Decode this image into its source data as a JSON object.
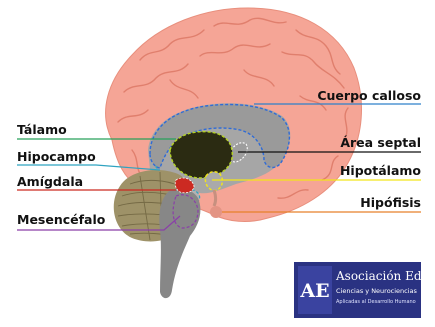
{
  "labels": {
    "cuerpo_calloso": "Cuerpo calloso",
    "talamo": "Tálamo",
    "area_septal": "Área septal",
    "hipocampo": "Hipocampo",
    "hipotalamo": "Hipotálamo",
    "amigdala": "Amígdala",
    "hipofisis": "Hipófisis",
    "mesencefalo": "Mesencéfalo"
  },
  "logo": {
    "mark": "AE",
    "name": "Asociación Educar",
    "subtitle": "Ciencias y Neurociencias",
    "tagline": "Aplicadas al Desarrollo Humano"
  },
  "colors": {
    "cortex": "#f5a596",
    "cortex_groove": "#e07f6d",
    "inner_gray": "#a6a6a6",
    "callosum_outline": "#2f6bd6",
    "thalamus": "#2b2b12",
    "thalamus_outline": "#b5d327",
    "hypothalamus_outline": "#f2e51a",
    "amygdala": "#cc2a22",
    "cerebellum": "#9e9268",
    "brainstem": "#878787",
    "logo_bg": "#2a3282",
    "line_callosum": "#2f80c9",
    "line_talamo": "#27a05a",
    "line_septal": "#111111",
    "line_hipocampo": "#2fa3c0",
    "line_hipotalamo": "#f2e51a",
    "line_amigdala": "#cc2a22",
    "line_hipofisis": "#e8802a",
    "line_mesencefalo": "#8a3fa8"
  }
}
